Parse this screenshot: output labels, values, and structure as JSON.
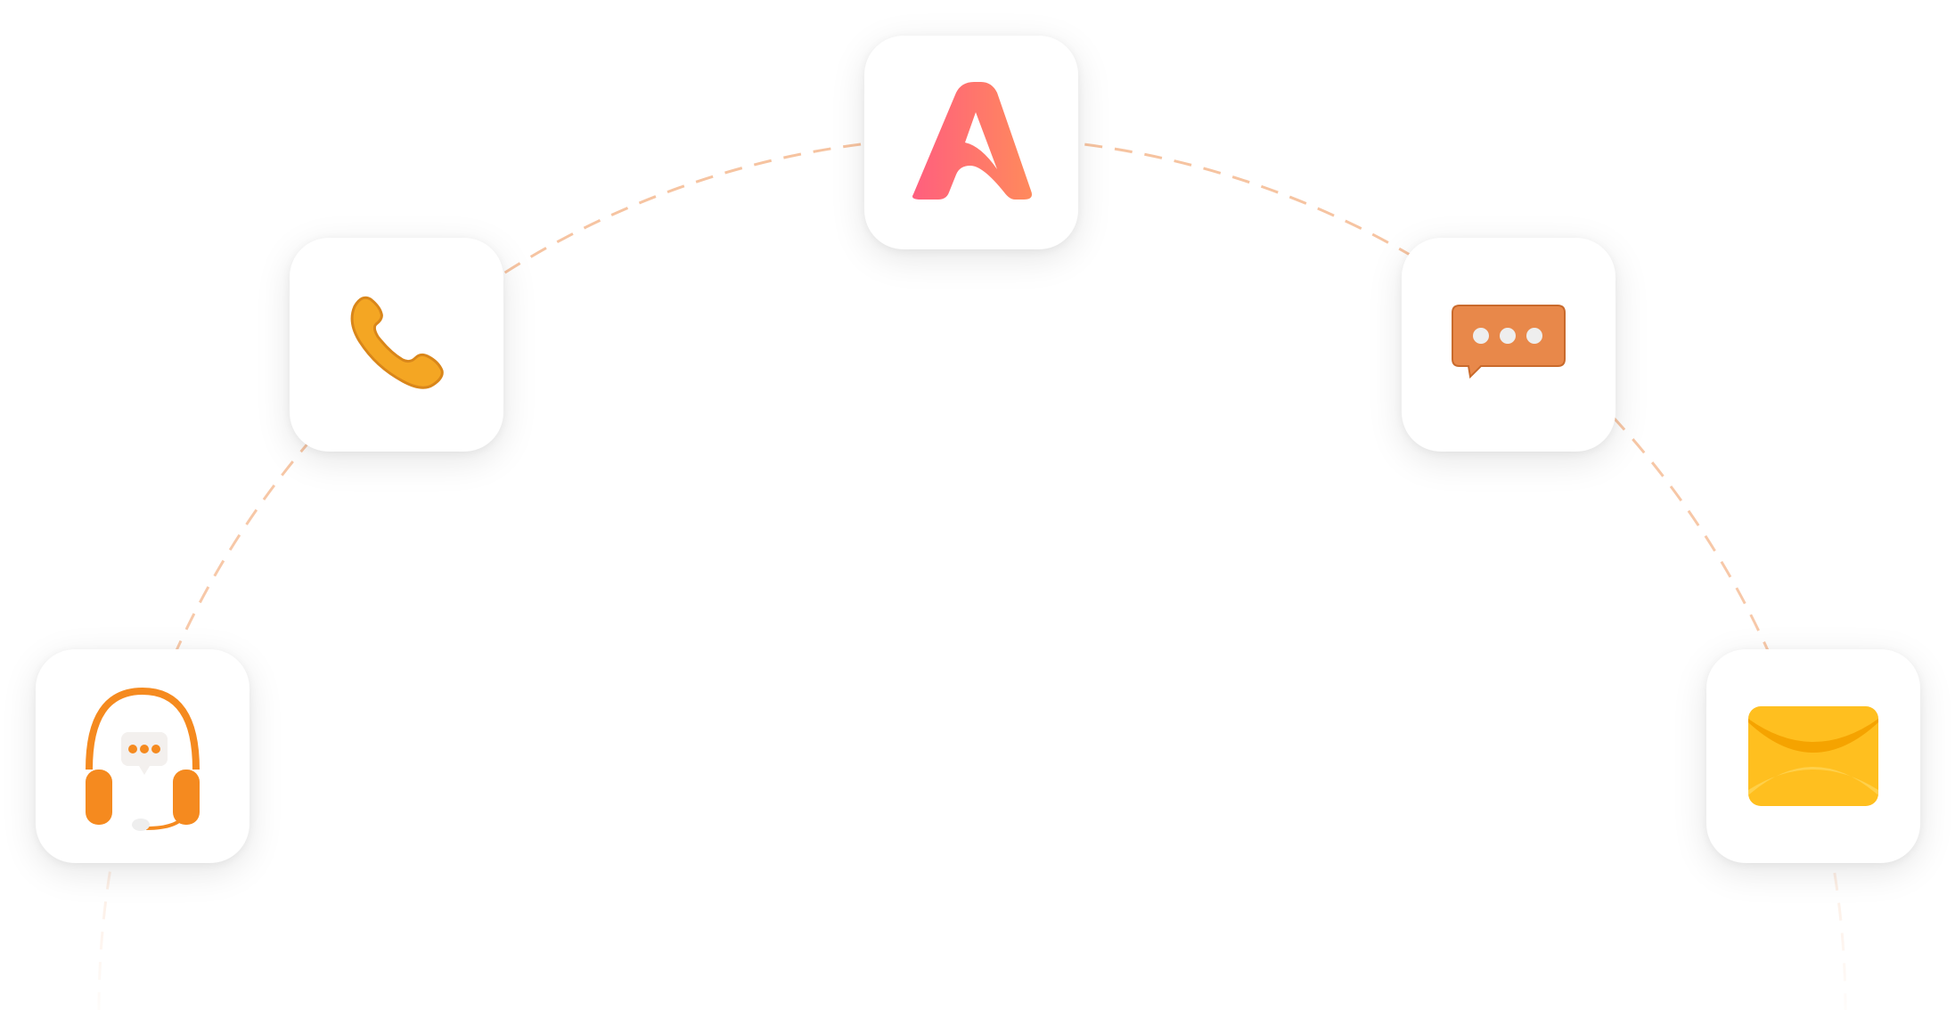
{
  "colors": {
    "arc_dash": "#f6c3a0",
    "logo_gradient": [
      "#ff5f7e",
      "#ff8a5c"
    ],
    "phone": "#f4a623",
    "chat": "#e8884a",
    "headset": "#f58a1f",
    "mail": "#ffbf1f"
  },
  "cards": [
    {
      "id": "logo",
      "icon": "brand-logo-a-icon"
    },
    {
      "id": "phone",
      "icon": "phone-icon"
    },
    {
      "id": "chat",
      "icon": "chat-bubble-icon"
    },
    {
      "id": "headset",
      "icon": "headset-support-icon"
    },
    {
      "id": "mail",
      "icon": "envelope-icon"
    }
  ]
}
